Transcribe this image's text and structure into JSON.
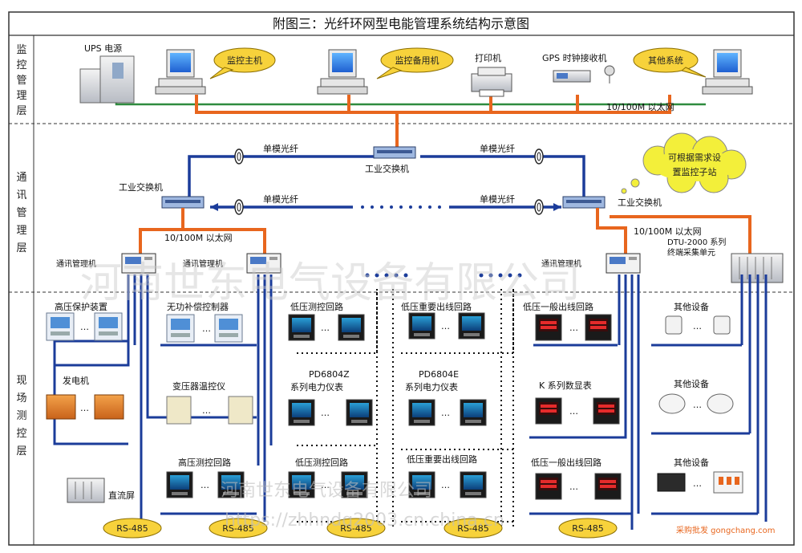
{
  "title": "附图三：光纤环网型电能管理系统结构示意图",
  "layers": {
    "monitor": [
      "监",
      "控",
      "管",
      "理",
      "层"
    ],
    "comm": [
      "通",
      "讯",
      "管",
      "理",
      "层"
    ],
    "field": [
      "现",
      "场",
      "测",
      "控",
      "层"
    ]
  },
  "monitor_layer": {
    "ups": "UPS 电源",
    "host_bubble": "监控主机",
    "backup_bubble": "监控备用机",
    "printer": "打印机",
    "gps": "GPS 时钟接收机",
    "other_bubble": "其他系统",
    "ethernet": "10/100M 以太网"
  },
  "comm_layer": {
    "top_switch": "工业交换机",
    "left_switch": "工业交换机",
    "right_switch": "工业交换机",
    "fiber": [
      "单模光纤",
      "单模光纤",
      "单模光纤",
      "单模光纤"
    ],
    "cloud_text": [
      "可根据需求设",
      "置监控子站"
    ],
    "eth_left": "10/100M 以太网",
    "eth_right": "10/100M 以太网",
    "dtu": [
      "DTU-2000 系列",
      "终端采集单元"
    ],
    "comm_mgr": [
      "通讯管理机",
      "通讯管理机",
      "通讯管理机"
    ]
  },
  "field_layer": {
    "col1": [
      "高压保护装置",
      "发电机",
      "直流屏"
    ],
    "col2": [
      "无功补偿控制器",
      "变压器温控仪",
      "高压测控回路"
    ],
    "col3": [
      "低压测控回路",
      "PD6804Z",
      "系列电力仪表",
      "低压测控回路"
    ],
    "col4": [
      "低压重要出线回路",
      "PD6804E",
      "系列电力仪表",
      "低压重要出线回路"
    ],
    "col5": [
      "低压一般出线回路",
      "K 系列数显表",
      "低压一般出线回路"
    ],
    "col6": [
      "其他设备",
      "其他设备",
      "其他设备"
    ],
    "rs485": [
      "RS-485",
      "RS-485",
      "RS-485",
      "RS-485",
      "RS-485"
    ],
    "ellipsis": "…"
  },
  "watermarks": {
    "main": "河南世东电气设备有限公司",
    "secondary": "河南世东电气设备有限公司",
    "url": "https://zhhndq2003.cn.china.cn",
    "corner": "采购批发 gongchang.com"
  },
  "colors": {
    "orange_ethernet": "#e8661e",
    "blue_fiber": "#1b3c9a",
    "green_ethernet": "#2e8b3e",
    "bubble_yellow": "#f7d23b",
    "cloud_yellow": "#f3ef3a",
    "border": "#333333"
  }
}
